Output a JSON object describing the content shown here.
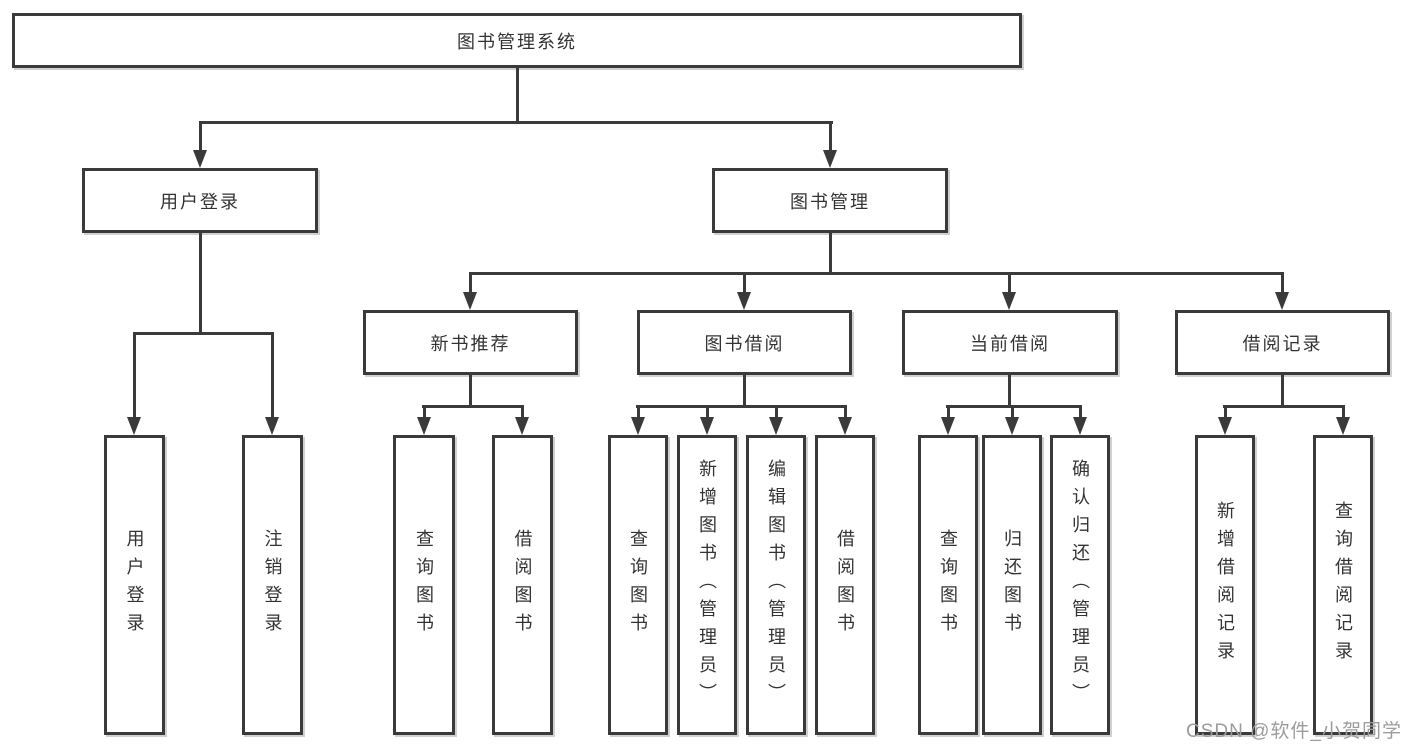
{
  "tree": {
    "label": "图书管理系统",
    "children": [
      {
        "label": "用户登录",
        "children": [
          {
            "label": "用户登录"
          },
          {
            "label": "注销登录"
          }
        ]
      },
      {
        "label": "图书管理",
        "children": [
          {
            "label": "新书推荐",
            "children": [
              {
                "label": "查询图书"
              },
              {
                "label": "借阅图书"
              }
            ]
          },
          {
            "label": "图书借阅",
            "children": [
              {
                "label": "查询图书"
              },
              {
                "label": "新增图书（管理员）"
              },
              {
                "label": "编辑图书（管理员）"
              },
              {
                "label": "借阅图书"
              }
            ]
          },
          {
            "label": "当前借阅",
            "children": [
              {
                "label": "查询图书"
              },
              {
                "label": "归还图书"
              },
              {
                "label": "确认归还（管理员）"
              }
            ]
          },
          {
            "label": "借阅记录",
            "children": [
              {
                "label": "新增借阅记录"
              },
              {
                "label": "查询借阅记录"
              }
            ]
          }
        ]
      }
    ]
  },
  "watermark": {
    "text": "CSDN @软件_小贺同学"
  },
  "colors": {
    "line": "#3a3a3a",
    "box_border": "#3a3a3a",
    "box_background": "#ffffff",
    "text": "#333333",
    "watermark": "#9c9c9c",
    "background": "#ffffff"
  }
}
